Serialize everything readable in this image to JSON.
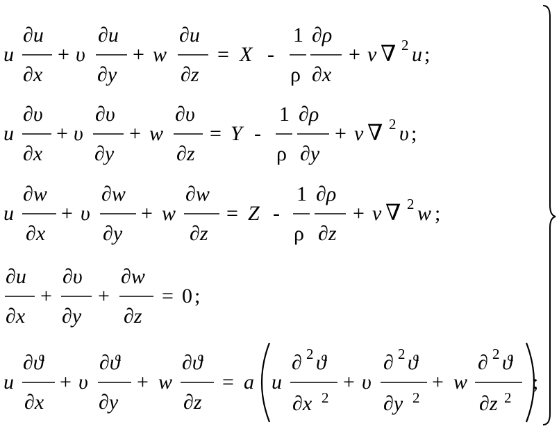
{
  "equations": [
    {
      "id": "momentum-x",
      "lhs": [
        {
          "coef": "u",
          "num": "∂u",
          "den": "∂x"
        },
        {
          "op": "+",
          "coef": "υ",
          "num": "∂u",
          "den": "∂y"
        },
        {
          "op": "+",
          "coef": "w",
          "num": "∂u",
          "den": "∂z"
        }
      ],
      "eq": "=",
      "force": "X",
      "minus": "-",
      "one": "1",
      "rho": "ρ",
      "dp_num": "∂ρ",
      "dp_den": "∂x",
      "plus": "+",
      "nu": "v",
      "nabla": "∇",
      "sq": "2",
      "var": "u",
      "end": ";"
    },
    {
      "id": "momentum-y",
      "lhs": [
        {
          "coef": "u",
          "num": "∂υ",
          "den": "∂x"
        },
        {
          "op": "+",
          "coef": "υ",
          "num": "∂υ",
          "den": "∂y"
        },
        {
          "op": "+",
          "coef": "w",
          "num": "∂υ",
          "den": "∂z"
        }
      ],
      "eq": "=",
      "force": "Y",
      "minus": "-",
      "one": "1",
      "rho": "ρ",
      "dp_num": "∂ρ",
      "dp_den": "∂y",
      "plus": "+",
      "nu": "v",
      "nabla": "∇",
      "sq": "2",
      "var": "υ",
      "end": ";"
    },
    {
      "id": "momentum-z",
      "lhs": [
        {
          "coef": "u",
          "num": "∂w",
          "den": "∂x"
        },
        {
          "op": "+",
          "coef": "υ",
          "num": "∂w",
          "den": "∂y"
        },
        {
          "op": "+",
          "coef": "w",
          "num": "∂w",
          "den": "∂z"
        }
      ],
      "eq": "=",
      "force": "Z",
      "minus": "-",
      "one": "1",
      "rho": "ρ",
      "dp_num": "∂ρ",
      "dp_den": "∂z",
      "plus": "+",
      "nu": "v",
      "nabla": "∇",
      "sq": "2",
      "var": "w",
      "end": ";"
    }
  ],
  "continuity": {
    "terms": [
      {
        "num": "∂u",
        "den": "∂x"
      },
      {
        "op": "+",
        "num": "∂υ",
        "den": "∂y"
      },
      {
        "op": "+",
        "num": "∂w",
        "den": "∂z"
      }
    ],
    "eq": "=",
    "rhs": "0",
    "end": ";"
  },
  "energy": {
    "lhs": [
      {
        "coef": "u",
        "num": "∂ϑ",
        "den": "∂x"
      },
      {
        "op": "+",
        "coef": "υ",
        "num": "∂ϑ",
        "den": "∂y"
      },
      {
        "op": "+",
        "coef": "w",
        "num": "∂ϑ",
        "den": "∂z"
      }
    ],
    "eq": "=",
    "a": "a",
    "rhs": [
      {
        "coef": "u",
        "d": "∂",
        "num_var": "ϑ",
        "den_var": "∂x"
      },
      {
        "op": "+",
        "coef": "υ",
        "d": "∂",
        "num_var": "ϑ",
        "den_var": "∂y"
      },
      {
        "op": "+",
        "coef": "w",
        "d": "∂",
        "num_var": "ϑ",
        "den_var": "∂z"
      }
    ],
    "sq": "2",
    "end": ";"
  }
}
